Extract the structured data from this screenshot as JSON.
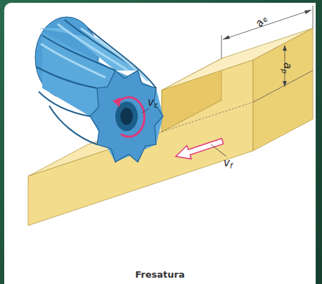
{
  "diagram": {
    "caption": "Fresatura",
    "labels": [
      "ae",
      "ap",
      "vc",
      "vf"
    ]
  }
}
